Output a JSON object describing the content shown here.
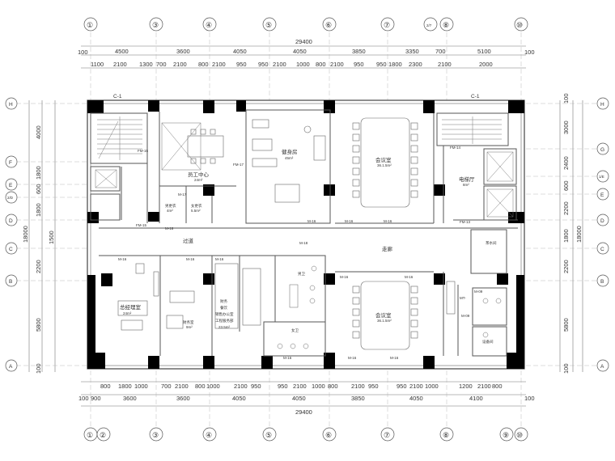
{
  "grid": {
    "top_bubbles": [
      "①",
      "③",
      "④",
      "⑤",
      "⑥",
      "⑦",
      "2/7",
      "⑧",
      "⑩"
    ],
    "bottom_bubbles": [
      "①",
      "②",
      "③",
      "④",
      "⑤",
      "⑥",
      "⑦",
      "⑧",
      "⑨",
      "⑩"
    ],
    "left_bubbles": [
      "H",
      "F",
      "E",
      "2/D",
      "D",
      "C",
      "B",
      "A"
    ],
    "right_bubbles": [
      "H",
      "G",
      "1/E",
      "E",
      "D",
      "C",
      "B",
      "A"
    ]
  },
  "dimensions": {
    "overall": "29400",
    "top_row1": [
      "100",
      "4500",
      "3600",
      "4050",
      "4050",
      "3850",
      "3350",
      "700",
      "5100",
      "100"
    ],
    "top_row2": [
      "1100",
      "2100",
      "1300",
      "700",
      "2100",
      "800",
      "2100",
      "950",
      "950",
      "2100",
      "1000",
      "800",
      "2100",
      "950",
      "950",
      "1800",
      "2300",
      "2100",
      "2000"
    ],
    "bottom_row1": [
      "800",
      "1800",
      "1000",
      "700",
      "2100",
      "800",
      "1000",
      "2100",
      "950",
      "950",
      "2100",
      "1000",
      "800",
      "2100",
      "950",
      "950",
      "2100",
      "1000",
      "1200",
      "2100",
      "800"
    ],
    "bottom_row2": [
      "100",
      "900",
      "3600",
      "3600",
      "4050",
      "4050",
      "3850",
      "4050",
      "4100",
      "100"
    ],
    "left_outer": "18000",
    "left_inner": [
      "4000",
      "1800",
      "600",
      "1800",
      "1500",
      "2200",
      "5800",
      "100"
    ],
    "right_outer": "18000",
    "right_inner": [
      "100",
      "3000",
      "2400",
      "600",
      "2200",
      "1800",
      "2200",
      "5800",
      "100"
    ]
  },
  "rooms": {
    "staff_center": "员工中心",
    "staff_area": "24m²",
    "gym": "健身房",
    "gym_area": "45m²",
    "meeting_top": "会议室",
    "meeting_top_area": "36.1.5m²",
    "meeting_bottom": "会议室",
    "meeting_bottom_area": "36.1.5m²",
    "elevator_hall": "电梯厅",
    "elevator_area": "8m²",
    "men_locker": "男更衣",
    "men_locker_area": "4m²",
    "women_locker": "女更衣",
    "women_locker_area": "5.5m²",
    "corridor_left": "过道",
    "corridor_right": "走廊",
    "gm_office": "总经理室",
    "gm_area": "24m²",
    "finance": "财务室",
    "finance_area": "9m²",
    "open_office_1": "财务",
    "open_office_2": "餐饮",
    "open_office_3": "销售办公室",
    "open_office_4": "工程服务部",
    "open_office_area": "23.5m²",
    "men_wc": "男卫",
    "women_wc": "女卫",
    "pantry": "茶水间",
    "utility": "设备间",
    "stair": "C-1"
  },
  "doors": [
    "FM-15",
    "FM-17",
    "M-17",
    "M-16",
    "M-18",
    "FM-14",
    "FM-13",
    "M-09",
    "MT-"
  ],
  "colors": {
    "wall": "#000000",
    "line": "#555555",
    "thin": "#888888",
    "text": "#333333"
  }
}
